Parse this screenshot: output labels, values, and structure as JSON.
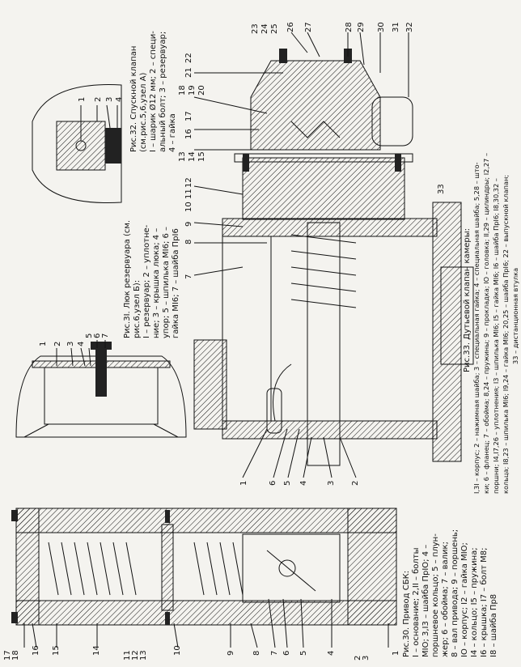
{
  "fig30": {
    "caption_lines": [
      "Рис.30. Привод СБК:",
      "I – основание; 2,II – болты",
      "МІО; 3,I3 – шайба ПрІО; 4 – ",
      "поршневое кольцо; 5 – плун-",
      "жер; 6 – обойма; 7 – валик;",
      "8 – вал привода; 9 – поршень;",
      "IO – корпус; I2 – гайка МІО;",
      "I4 – кольцо; I5 – пружина;",
      "I6 – крышка; I7 – болт М8;",
      "I8 – шайба Пр8"
    ],
    "labels": [
      "1",
      "2",
      "3",
      "4",
      "5",
      "6",
      "7",
      "8",
      "9",
      "10",
      "11",
      "12",
      "13",
      "14",
      "15",
      "16",
      "17",
      "18"
    ]
  },
  "fig31": {
    "caption_lines": [
      "Рис.3I. Люк резервуара (см.",
      "рис.6,узел Б):",
      "I – резервуар; 2 – уплотне-",
      "ние; 3 – крышка люка; 4 –",
      "упор; 5 – шпилька МІ6; 6 –",
      "гайка МІ6; 7 – шайба ПрІ6"
    ],
    "labels": [
      "1",
      "2",
      "3",
      "4",
      "5",
      "6",
      "7"
    ]
  },
  "fig32": {
    "caption_lines": [
      "Рис.32. Спускной клапан",
      "(см.рис.5,6,узел А)",
      "I – шарик Ø12 мм; 2 – специ-",
      "альный болт; 3 – резервуар;",
      "4 – гайка"
    ],
    "labels": [
      "1",
      "2",
      "3",
      "4"
    ]
  },
  "fig33": {
    "caption_lines": [
      "Рис.33. Дутьевой клапан камеры:",
      "I,3I – корпус; 2 – нажимная шайба; 3 – специальная гайка; 4 – специальная шайба; 5,28 – што-",
      "ки; 6 – фланец; 7 – обойма; 8,24 – пружины; 9 – прокладка; IO – головка; II,29 – цилиндры; I2,27 –",
      "поршни; I4,I7,26 – уплотнения; I3 – шпилька МІ6; I5 – гайка МІ6; I6 – шайба ПрІ6; I8,30,32 –",
      "кольца; I8,23 – шпилька МІ6; I9,24 – гайка МІ6; 20,25 – шайба ПрІ6; 22 – выпускной клапан;",
      "33 – дистанционная втулка"
    ],
    "labels": [
      "1",
      "2",
      "3",
      "4",
      "5",
      "6",
      "7",
      "8",
      "9",
      "10",
      "11",
      "12",
      "13",
      "14",
      "15",
      "16",
      "17",
      "18",
      "19",
      "20",
      "21",
      "22",
      "23",
      "24",
      "25",
      "26",
      "27",
      "28",
      "29",
      "30",
      "31",
      "32",
      "33"
    ]
  }
}
